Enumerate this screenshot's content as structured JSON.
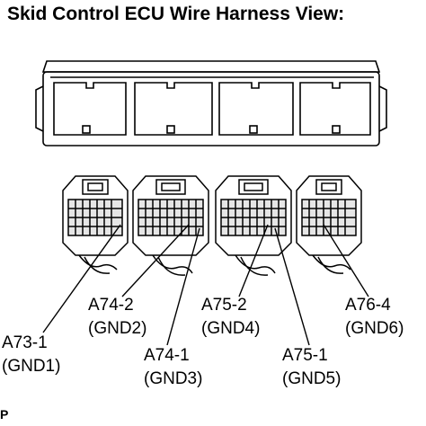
{
  "title": "Skid Control ECU Wire Harness View:",
  "footer_code": "P",
  "labels": [
    {
      "pin": "A73-1",
      "signal": "(GND1)"
    },
    {
      "pin": "A74-2",
      "signal": "(GND2)"
    },
    {
      "pin": "A74-1",
      "signal": "(GND3)"
    },
    {
      "pin": "A75-2",
      "signal": "(GND4)"
    },
    {
      "pin": "A75-1",
      "signal": "(GND5)"
    },
    {
      "pin": "A76-4",
      "signal": "(GND6)"
    }
  ]
}
